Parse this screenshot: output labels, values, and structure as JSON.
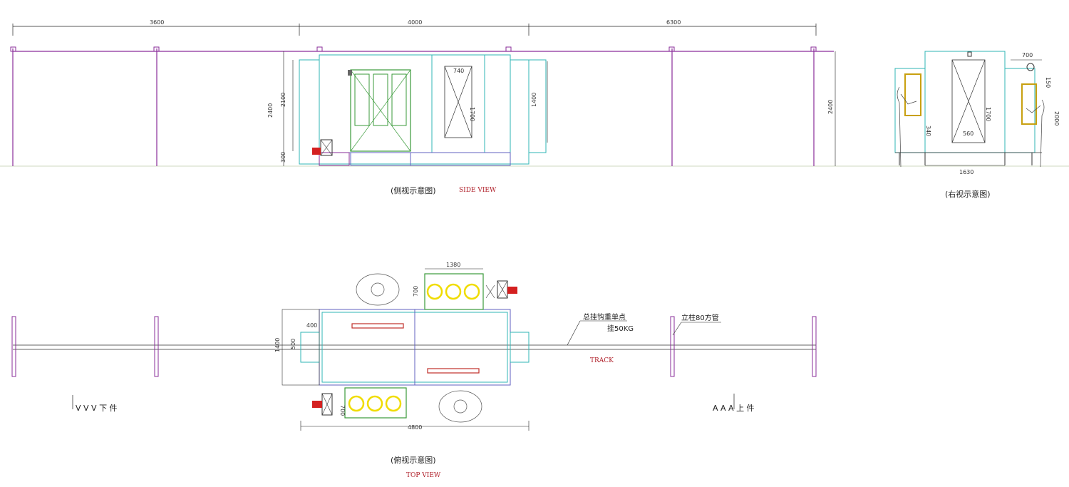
{
  "side_view": {
    "caption_cn": "(侧视示意图)",
    "caption_en": "SIDE VIEW",
    "dims": {
      "left": "3600",
      "middle": "4000",
      "right": "6300",
      "height_left": "2400",
      "height_2100": "2100",
      "height_300": "300",
      "height_right": "2400",
      "filter_width": "740",
      "filter_height": "1700",
      "booth_height": "1400"
    }
  },
  "right_view": {
    "caption_cn": "(右视示意图)",
    "dims": {
      "top": "700",
      "mid": "150",
      "height": "1700",
      "inner": "560",
      "side": "2000",
      "side_left": "340",
      "width": "1630"
    }
  },
  "top_view": {
    "caption_cn": "(俯视示意图)",
    "caption_en": "TOP VIEW",
    "track_label": "TRACK",
    "note_line1": "总挂钩重单点",
    "note_line2": "挂50KG",
    "post_label": "立柱80方管",
    "unload_label": "V V V  下  件",
    "load_label": "A A A  上  件",
    "dims": {
      "filter_width": "1380",
      "filter_depth": "700",
      "overall": "4800",
      "door_w": "400",
      "door_h": "500",
      "depth": "1400",
      "filter_side": "700"
    }
  },
  "colors": {
    "frame": "#8a2c9a",
    "booth": "#2fb5b5",
    "filter": "#3a9a3a",
    "cartridge": "#f0dc00",
    "fan": "#d42020",
    "gun": "#c8a010"
  }
}
